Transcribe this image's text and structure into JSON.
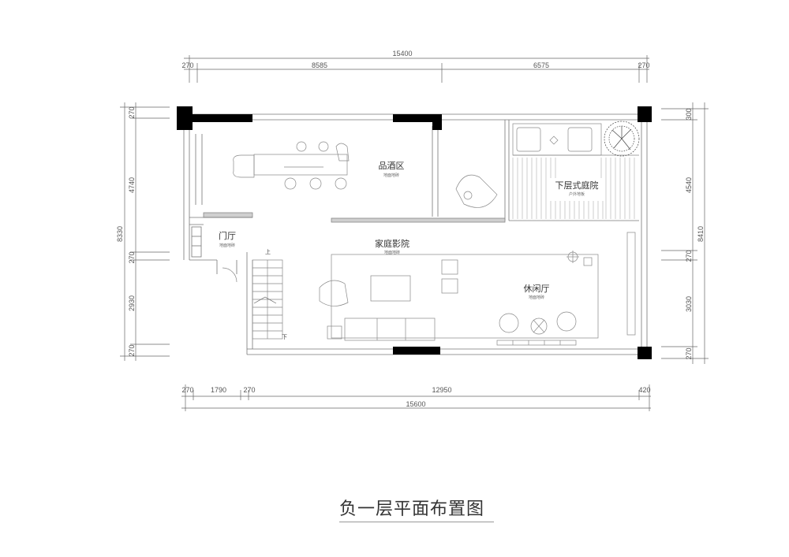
{
  "title": "负一层平面布置图",
  "dimensions": {
    "top_total": "15400",
    "top_left_edge": "270",
    "top_left_span": "8585",
    "top_right_span": "6575",
    "top_right_edge": "270",
    "bottom_total": "15600",
    "bottom_a": "270",
    "bottom_b": "1790",
    "bottom_c": "270",
    "bottom_d": "12950",
    "bottom_e": "420",
    "left_total": "8330",
    "left_a": "270",
    "left_b": "4740",
    "left_c": "270",
    "left_d": "2930",
    "left_e": "270",
    "right_total": "8410",
    "right_a": "300",
    "right_b": "4540",
    "right_c": "270",
    "right_d": "3030",
    "right_e": "270"
  },
  "rooms": {
    "wine": {
      "name": "品酒区",
      "floor": "地面地砖"
    },
    "courtyard": {
      "name": "下层式庭院",
      "floor": "户外地板"
    },
    "foyer": {
      "name": "门厅",
      "floor": "地面地砖"
    },
    "theater": {
      "name": "家庭影院",
      "floor": "地面地砖"
    },
    "lounge": {
      "name": "休闲厅",
      "floor": "地面地砖"
    }
  },
  "stair": {
    "up": "上",
    "down": "下"
  }
}
